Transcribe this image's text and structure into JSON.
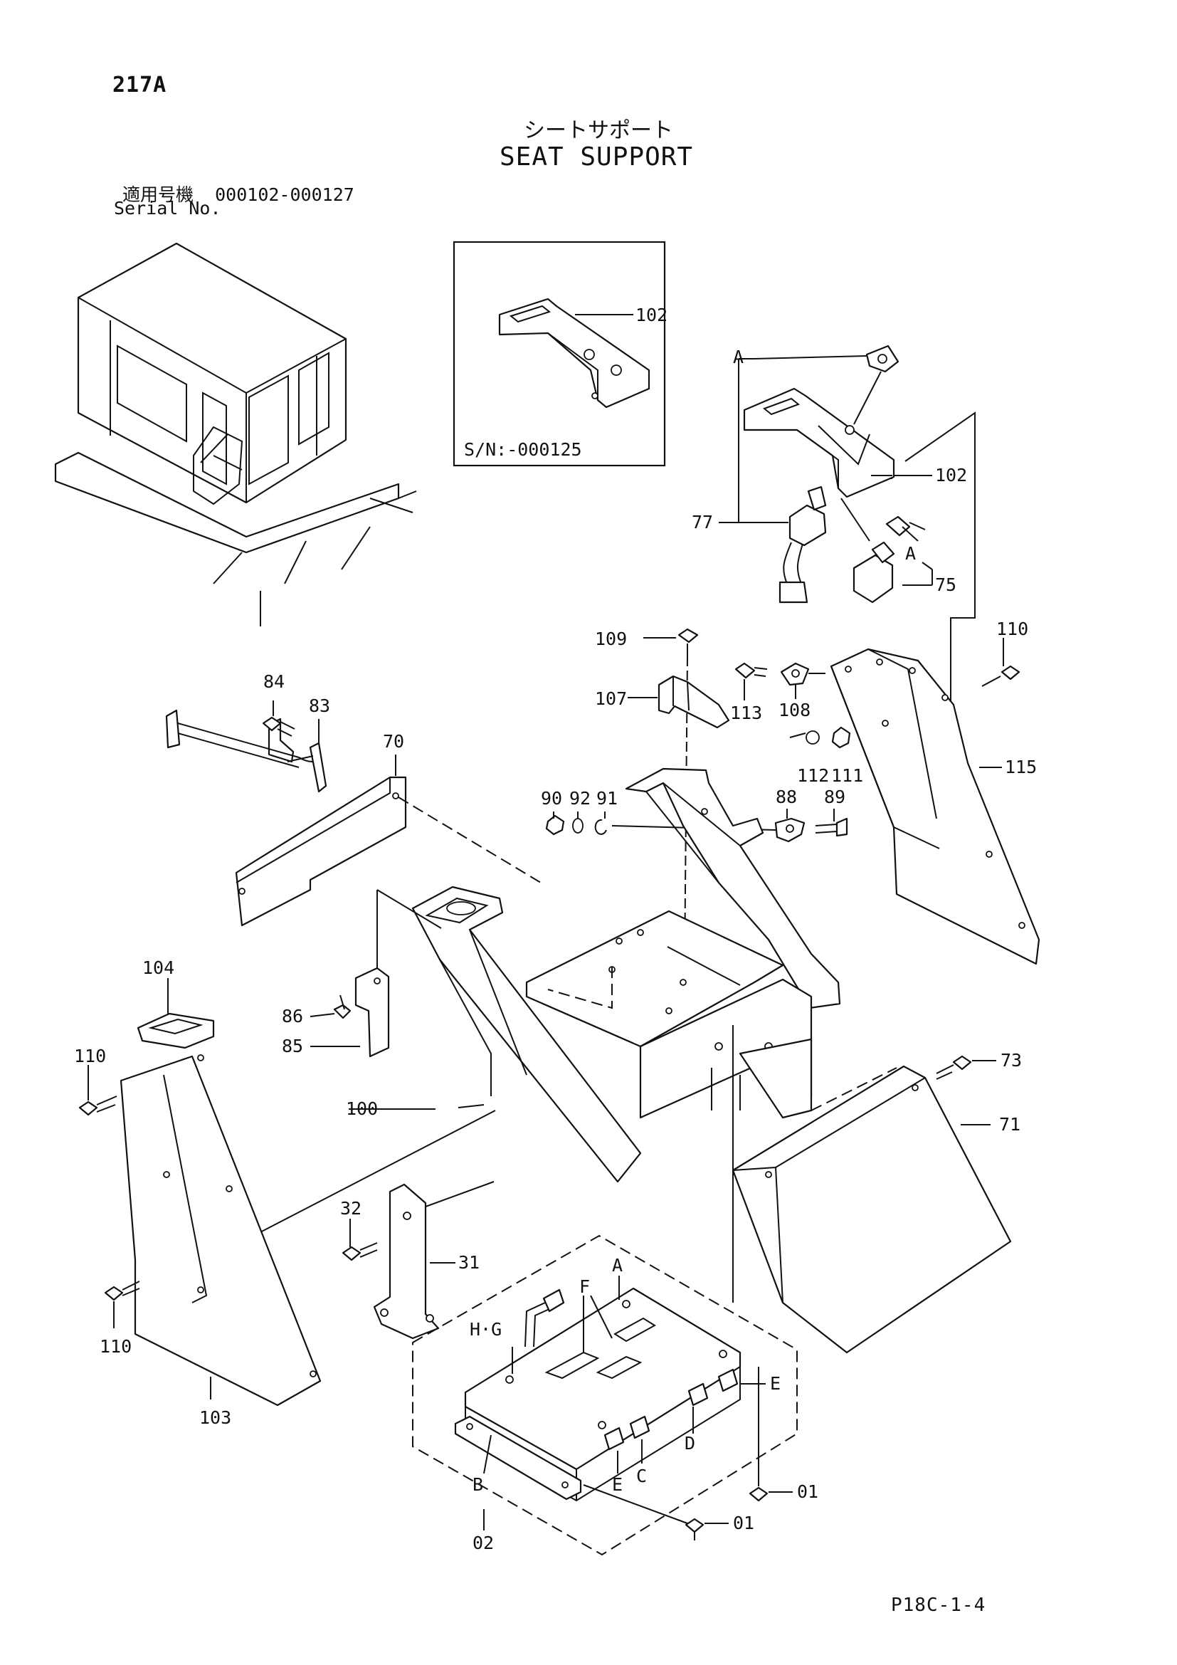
{
  "page_number": "217A",
  "title_jp": "シートサポート",
  "title_en": "SEAT SUPPORT",
  "serial": {
    "label_jp": "適用号機",
    "range": "000102-000127",
    "label_en": "Serial No."
  },
  "inset": {
    "note": "S/N:-000125",
    "part": "102"
  },
  "footer_code": "P18C-1-4",
  "callouts": {
    "c102_main": "102",
    "c77": "77",
    "c75": "75",
    "cA_top": "A",
    "cA_key": "A",
    "c110_tr": "110",
    "c115": "115",
    "c109": "109",
    "c107": "107",
    "c113": "113",
    "c108": "108",
    "c112": "112",
    "c111": "111",
    "c84": "84",
    "c83": "83",
    "c70": "70",
    "c90": "90",
    "c92": "92",
    "c91": "91",
    "c88": "88",
    "c89": "89",
    "c104": "104",
    "c110_l": "110",
    "c86": "86",
    "c85": "85",
    "c100": "100",
    "c73": "73",
    "c71": "71",
    "c32": "32",
    "c31": "31",
    "c110_bl": "110",
    "c103": "103",
    "cHG": "H·G",
    "cF": "F",
    "cA_box": "A",
    "cE_r": "E",
    "cD": "D",
    "cC": "C",
    "cE_b": "E",
    "cB": "B",
    "c02": "02",
    "c01_r": "01",
    "c01_b": "01"
  }
}
